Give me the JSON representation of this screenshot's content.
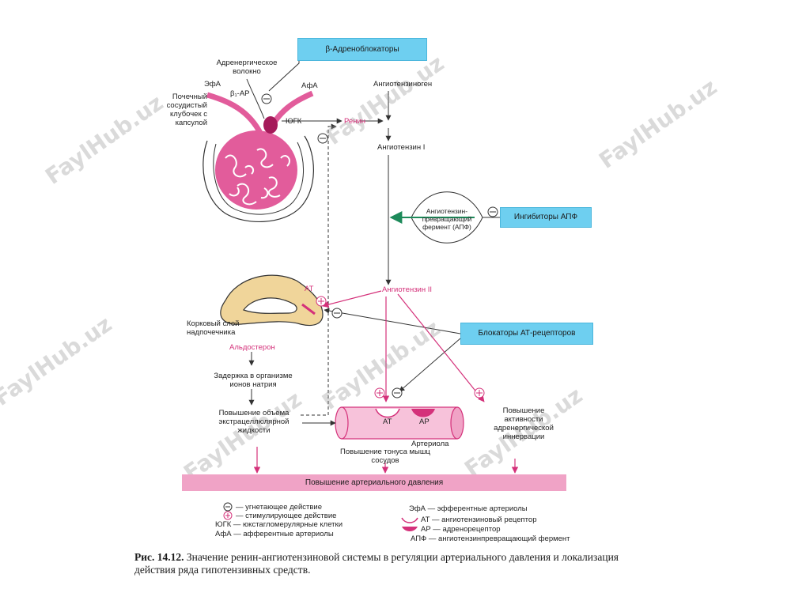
{
  "watermarks": [
    "FaylHub.uz",
    "FaylHub.uz",
    "FaylHub.uz",
    "FaylHub.uz",
    "FaylHub.uz",
    "FaylHub.uz",
    "FaylHub.uz"
  ],
  "boxes": {
    "beta_blockers": "β-Адреноблокаторы",
    "ace_inhibitors": "Ингибиторы АПФ",
    "at_blockers": "Блокаторы АТ-рецепторов"
  },
  "kidney": {
    "adrenergic_fiber": "Адренергическое волокно",
    "efa": "ЭфА",
    "b1ar": "β₁-АР",
    "afa": "АфА",
    "glomerulus": "Почечный сосудистый клубочек с капсулой",
    "jgc": "ЮГК"
  },
  "cascade": {
    "renin": "Ренин",
    "angiotensinogen": "Ангиотензиноген",
    "angiotensin1": "Ангиотензин I",
    "ace": "Ангиотензин-превращающий фермент (АПФ)",
    "angiotensin2": "Ангиотензин II"
  },
  "adrenal": {
    "at": "АТ",
    "cortex": "Корковый слой надпочечника",
    "aldosterone": "Альдостерон",
    "sodium": "Задержка в организме ионов натрия",
    "volume": "Повышение объема экстрацеллюлярной жидкости"
  },
  "arteriole": {
    "at": "АТ",
    "ar": "АР",
    "label": "Артериола",
    "tone": "Повышение тонуса мышц сосудов",
    "adrenergic": "Повышение активности адренергической иннервации"
  },
  "result_bar": "Повышение артериального давления",
  "legend": {
    "minus": "— угнетающее действие",
    "plus": "— стимулирующее действие",
    "jgc": "ЮГК — юкстагломерулярные клетки",
    "afa": "АфА — афферентные артериолы",
    "efa": "ЭфА — эфферентные артериолы",
    "at": "АТ — ангиотензиновый рецептор",
    "ar": "АР — адренорецептор",
    "apf": "АПФ — ангиотензинпревращающий фермент"
  },
  "caption": {
    "label": "Рис. 14.12.",
    "text": "Значение ренин-ангиотензиновой системы в регуляции артериального давления и локализация действия ряда гипотензивных средств."
  },
  "colors": {
    "pink": "#d4317a",
    "blue_box": "#6ecff0",
    "green_arrow": "#1d8a5a",
    "bar": "#f0a3c6",
    "adrenal": "#f0d59a"
  }
}
